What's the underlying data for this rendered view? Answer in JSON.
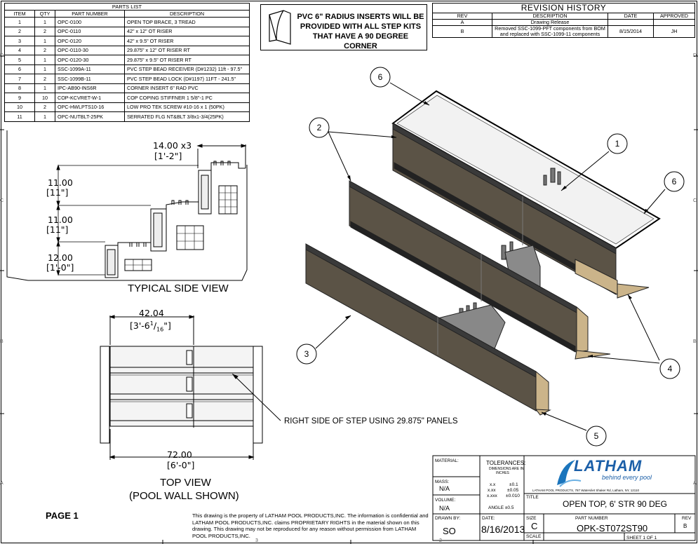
{
  "parts_list": {
    "caption": "PARTS LIST",
    "headers": [
      "ITEM",
      "QTY",
      "PART NUMBER",
      "DESCRIPTION"
    ],
    "rows": [
      [
        "1",
        "1",
        "OPC-0100",
        "OPEN TOP BRACE, 3 TREAD"
      ],
      [
        "2",
        "2",
        "OPC-0110",
        "42\" x 12\" OT RISER"
      ],
      [
        "3",
        "1",
        "OPC-0120",
        "42\" x 9.5\" OT RISER"
      ],
      [
        "4",
        "2",
        "OPC-0110-30",
        "29.875\" x 12\" OT RISER RT"
      ],
      [
        "5",
        "1",
        "OPC-0120-30",
        "29.875\" x 9.5\" OT RISER RT"
      ],
      [
        "6",
        "1",
        "SSC-1099A-11",
        "PVC STEP BEAD RECEIVER (D#1232) 11ft - 97.5\""
      ],
      [
        "7",
        "2",
        "SSC-1099B-11",
        "PVC STEP BEAD LOCK (D#1197) 11FT - 241.5\""
      ],
      [
        "8",
        "1",
        "IPC-AB90-INS6R",
        "CORNER INSERT 6\" RAD PVC"
      ],
      [
        "9",
        "10",
        "COP-KCVRET-W-1",
        "COP COPING STIFFNER 1 5/8\"-1 PC"
      ],
      [
        "10",
        "2",
        "OPC-HWLPTS10-16",
        "LOW PRO TEK SCREW #10-16 x 1 (50PK)"
      ],
      [
        "11",
        "1",
        "OPC-NUTBLT-25PK",
        "SERRATED FLG NT&BLT 3/8x1-3/4(25PK)"
      ]
    ]
  },
  "note": {
    "line1": "PVC 6\" RADIUS INSERTS WILL BE",
    "line2": "PROVIDED WITH ALL STEP KITS",
    "line3": "THAT HAVE A 90 DEGREE CORNER"
  },
  "revision": {
    "caption": "REVISION HISTORY",
    "headers": [
      "REV",
      "DESCRIPTION",
      "DATE",
      "APPROVED"
    ],
    "rows": [
      [
        "A",
        "Drawing Release",
        "",
        ""
      ],
      [
        "B",
        "Removed SSC-1099-PFT components from BOM and replaced with SSC-1099-11 components",
        "8/15/2014",
        "JH"
      ]
    ]
  },
  "side_view": {
    "label": "TYPICAL SIDE VIEW",
    "dim_top": "14.00 x3",
    "dim_top_ft": "[1'-2\"]",
    "dim1": "11.00",
    "dim1_ft": "[11\"]",
    "dim2": "11.00",
    "dim2_ft": "[11\"]",
    "dim3": "12.00",
    "dim3_ft": "[1'-0\"]"
  },
  "top_view": {
    "label1": "TOP VIEW",
    "label2": "(POOL WALL SHOWN)",
    "dim_width": "42.04",
    "dim_width_ft_a": "[3'-6",
    "dim_width_ft_num": "1",
    "dim_width_ft_den": "16",
    "dim_width_ft_b": "\"]",
    "dim_length": "72.00",
    "dim_length_ft": "[6'-0\"]",
    "callout": "RIGHT SIDE OF STEP USING 29.875\" PANELS"
  },
  "balloons": [
    "1",
    "2",
    "3",
    "4",
    "5",
    "6",
    "6"
  ],
  "page_label": "PAGE 1",
  "disclaimer": "This drawing is the property of LATHAM POOL PRODUCTS,INC. The information is confidential and LATHAM POOL PRODUCTS,INC. claims PROPRIETARY RIGHTS in the material shown on this drawing. This drawing may not be reproduced for any reason without permission from LATHAM POOL PRODUCTS,INC.",
  "title_block": {
    "material_label": "MATERIAL:",
    "tolerances_label": "TOLERANCES:",
    "tolerances_sub1": "DIMENSIONS ARE IN",
    "tolerances_sub2": "INCHES",
    "tol_x": "x.x",
    "tol_x_val": "±0.1",
    "tol_xx": "x.xx",
    "tol_xx_val": "±0.05",
    "tol_xxx": "x.xxx",
    "tol_xxx_val": "±0.010",
    "angle": "ANGLE  ±0.5",
    "mass_label": "MASS:",
    "mass": "N/A",
    "volume_label": "VOLUME:",
    "volume": "N/A",
    "drawn_by_label": "DRAWN BY:",
    "drawn_by": "SO",
    "date_label": "DATE:",
    "date": "8/16/2013",
    "size_label": "SIZE",
    "size": "C",
    "scale_label": "SCALE",
    "part_number_label": "PART NUMBER",
    "part_number": "OPK-ST072ST90",
    "rev_label": "REV",
    "rev": "B",
    "sheet": "SHEET 1  OF 1",
    "title_label": "TITLE",
    "title": "OPEN TOP, 6' STR 90 DEG",
    "logo_text": "LATHAM",
    "logo_tagline": "behind every pool",
    "company_address": "LATHAM POOL PRODUCTS, 787 Watervliet Shaker Rd, Latham, NY, 12110"
  },
  "zone_labels": [
    "D",
    "C",
    "B",
    "A",
    "D",
    "C",
    "B",
    "A",
    "3",
    "2"
  ]
}
